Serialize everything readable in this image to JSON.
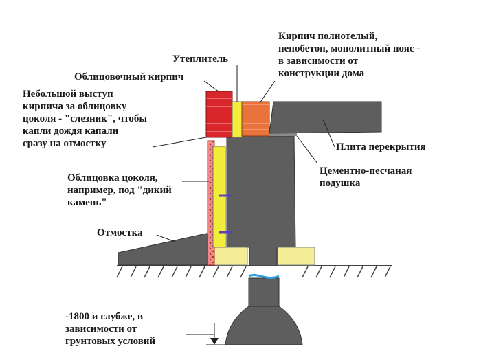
{
  "labels": {
    "brick_solid": "Кирпич полнотелый,\nпенобетон, монолитный пояс -\nв зависимости от\nконструкции дома",
    "insulation": "Утеплитель",
    "facing_brick": "Облицовочный кирпич",
    "drip": "Небольшой выступ\nкирпича за облицовку\nцоколя - \"слезник\", чтобы\nкапли дождя капали\nсразу на отмостку",
    "slab": "Плита перекрытия",
    "cushion": "Цементно-песчаная\nподушка",
    "plinth_cladding": "Облицовка цоколя,\nнапример, под \"дикий\nкамень\"",
    "blind_area": "Отмостка",
    "depth": "-1800 и глубже, в\nзависимости от\nгрунтовых условий"
  },
  "colors": {
    "facing_brick": "#d9262b",
    "insulation": "#f2ec3a",
    "solid_brick": "#e8743b",
    "concrete": "#5e5e5e",
    "cushion_pad": "#f4ec96",
    "anchor": "#5a3fc0",
    "ground": "#444444"
  }
}
